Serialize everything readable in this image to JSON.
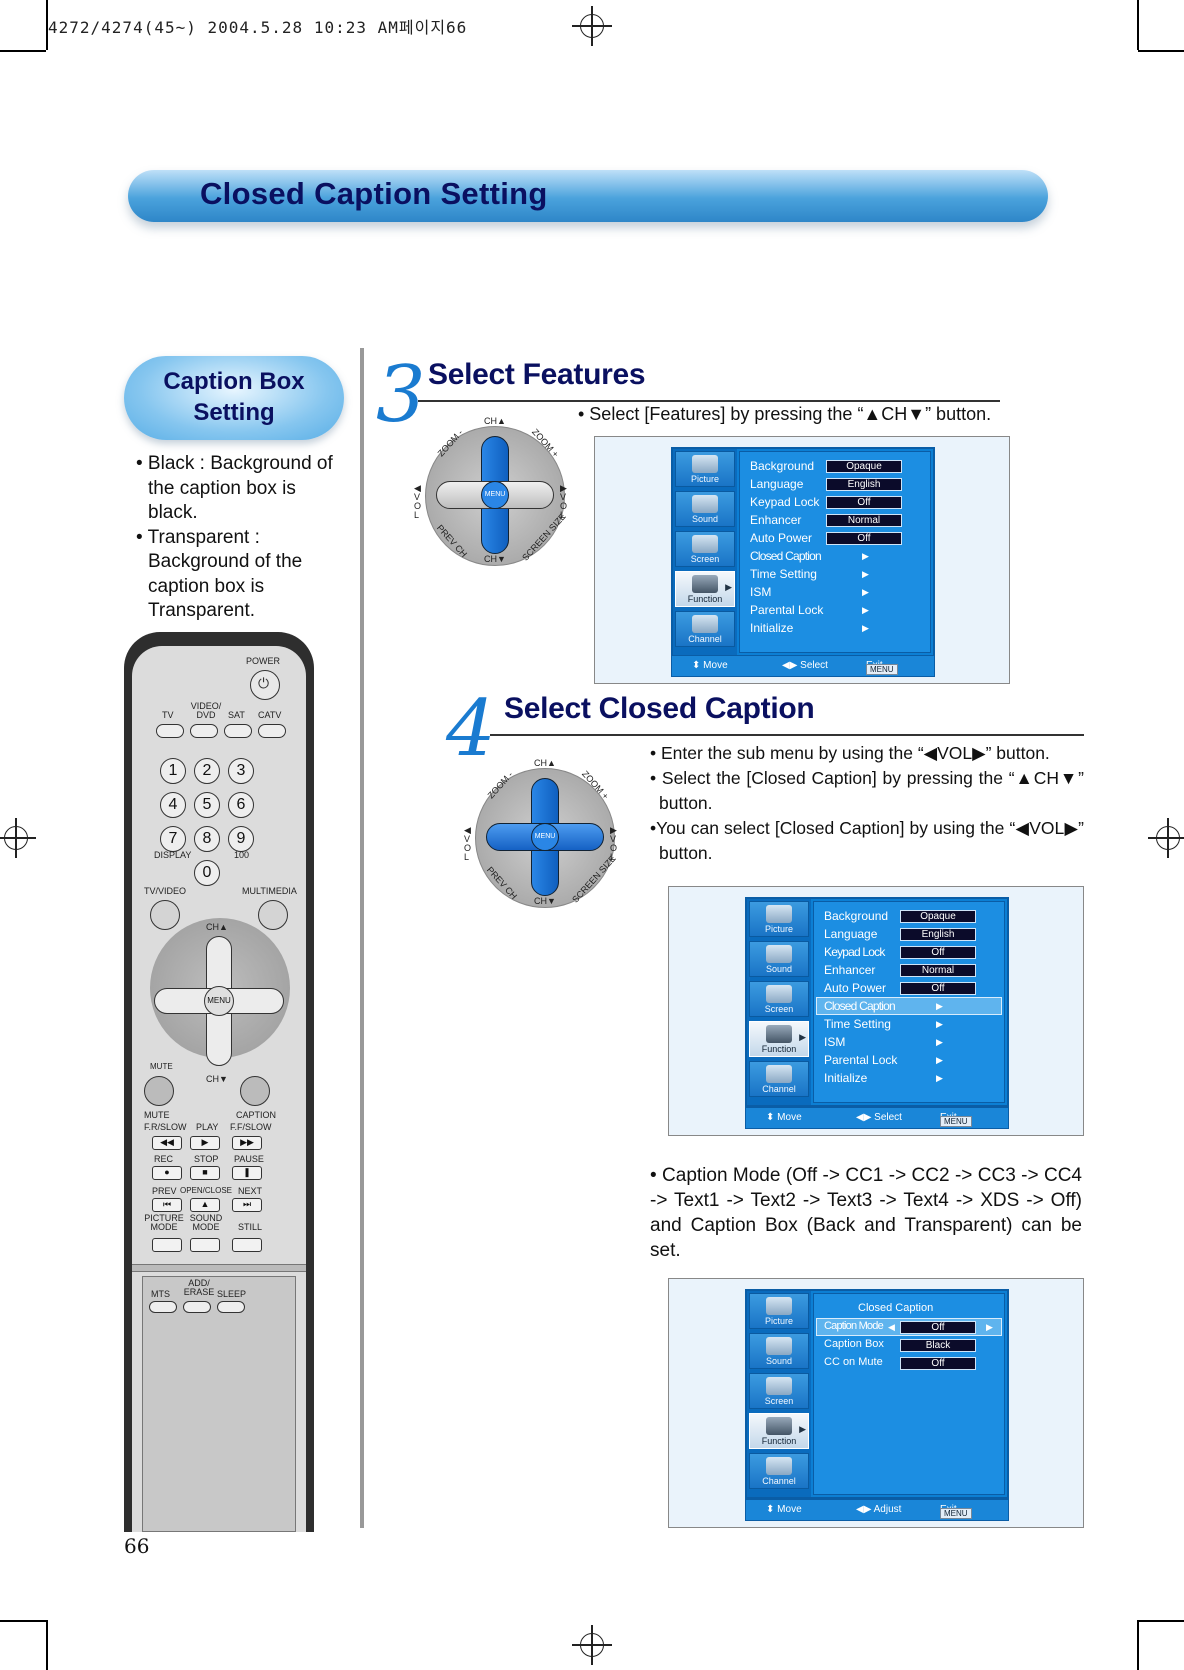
{
  "print_header": "4272/4274(45~) 2004.5.28 10:23 AM페이지66",
  "page_title": "Closed Caption Setting",
  "page_number": "66",
  "sidebar": {
    "title_line1": "Caption Box",
    "title_line2": "Setting",
    "bullets": [
      "• Black : Background of the caption box is black.",
      "• Transparent : Background of the caption box is Transparent."
    ]
  },
  "step3": {
    "number": "3",
    "title": "Select Features",
    "description": "• Select [Features] by pressing the “▲CH▼” button."
  },
  "step4": {
    "number": "4",
    "title": "Select Closed Caption",
    "descriptions": [
      "• Enter the sub menu by using the “◀VOL▶” button.",
      "• Select the [Closed Caption] by pressing the “▲CH▼” button.",
      "•You can select [Closed Caption] by using the “◀VOL▶” button."
    ]
  },
  "caption_mode_note": "• Caption Mode (Off -> CC1 -> CC2 -> CC3 -> CC4 -> Text1 -> Text2 -> Text3 -> Text4 -> XDS -> Off) and Caption Box (Back and Transparent) can be set.",
  "direction_pad": {
    "ch_up": "CH▲",
    "ch_down": "CH▼",
    "zoom_minus": "ZOOM -",
    "zoom_plus": "ZOOM +",
    "vol_left": "◀VOL",
    "vol_right": "▶VOL",
    "prev_ch": "PREV CH",
    "screen_size": "SCREEN SIZE",
    "menu": "MENU"
  },
  "osd_tabs": [
    "Picture",
    "Sound",
    "Screen",
    "Function",
    "Channel"
  ],
  "features_menu": {
    "rows": [
      {
        "label": "Background",
        "value": "Opaque"
      },
      {
        "label": "Language",
        "value": "English"
      },
      {
        "label": "Keypad Lock",
        "value": "Off"
      },
      {
        "label": "Enhancer",
        "value": "Normal"
      },
      {
        "label": "Auto Power",
        "value": "Off"
      },
      {
        "label": "Closed Caption",
        "value": ""
      },
      {
        "label": "Time Setting",
        "value": ""
      },
      {
        "label": "ISM",
        "value": ""
      },
      {
        "label": "Parental Lock",
        "value": ""
      },
      {
        "label": "Initialize",
        "value": ""
      }
    ]
  },
  "caption_menu": {
    "title": "Closed Caption",
    "rows": [
      {
        "label": "Caption Mode",
        "value": "Off"
      },
      {
        "label": "Caption Box",
        "value": "Black"
      },
      {
        "label": "CC on Mute",
        "value": "Off"
      }
    ]
  },
  "status_bar": {
    "move": "Move",
    "select": "Select",
    "adjust": "Adjust",
    "menu_badge": "MENU",
    "exit": "Exit"
  },
  "remote": {
    "power": "POWER",
    "source_labels": [
      "TV",
      "VIDEO/ DVD",
      "SAT",
      "CATV"
    ],
    "numbers": [
      "1",
      "2",
      "3",
      "4",
      "5",
      "6",
      "7",
      "8",
      "9",
      "0"
    ],
    "display": "DISPLAY",
    "hundred": "100",
    "tv_video": "TV/VIDEO",
    "multimedia": "MULTIMEDIA",
    "mute": "MUTE",
    "caption": "CAPTION",
    "transport_row1": [
      "F.R/SLOW",
      "PLAY",
      "F.F/SLOW"
    ],
    "transport_row2": [
      "REC",
      "STOP",
      "PAUSE"
    ],
    "transport_row3": [
      "PREV",
      "OPEN/CLOSE",
      "NEXT"
    ],
    "mode_row": [
      "PICTURE MODE",
      "SOUND MODE",
      "STILL"
    ],
    "bottom_row": [
      "MTS",
      "ADD/ ERASE",
      "SLEEP"
    ]
  }
}
